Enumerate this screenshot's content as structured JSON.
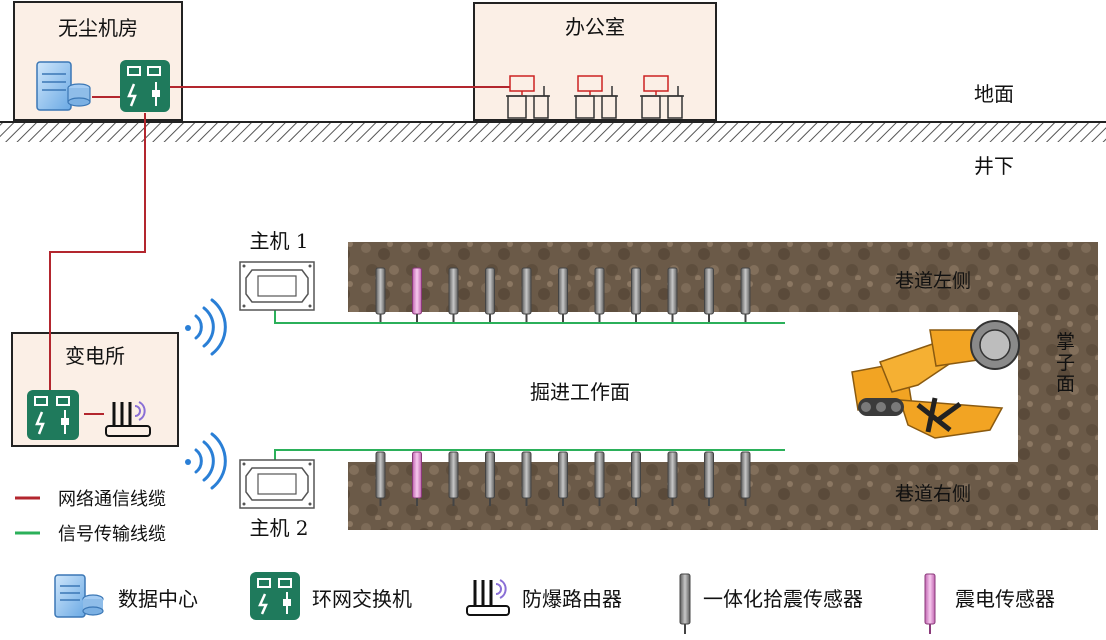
{
  "labels": {
    "dust_free_room": "无尘机房",
    "office": "办公室",
    "ground": "地面",
    "underground": "井下",
    "host1": "主机 1",
    "host2": "主机 2",
    "substation": "变电所",
    "working_face": "掘进工作面",
    "roadway_left": "巷道左侧",
    "roadway_right": "巷道右侧",
    "face_end": "掌子面"
  },
  "legend": {
    "network_cable": "网络通信线缆",
    "signal_cable": "信号传输线缆",
    "data_center": "数据中心",
    "ring_switch": "环网交换机",
    "router": "防爆路由器",
    "pickup_sensor": "一体化拾震传感器",
    "electric_sensor": "震电传感器"
  },
  "colors": {
    "network_cable": "#b3262e",
    "signal_cable": "#2bb05a",
    "switch_green": "#1f7a5c",
    "room_fill": "#fbefe6",
    "rock": "#6b5a48",
    "sensor_gray": "#8a8a8a",
    "sensor_pink": "#e79ad8",
    "wifi": "#2a7fd6",
    "machine": "#f2a423"
  },
  "sensors": {
    "top_row": [
      "pickup",
      "electric",
      "pickup",
      "pickup",
      "pickup",
      "pickup",
      "pickup",
      "pickup",
      "pickup",
      "pickup",
      "pickup"
    ],
    "bottom_row": [
      "pickup",
      "electric",
      "pickup",
      "pickup",
      "pickup",
      "pickup",
      "pickup",
      "pickup",
      "pickup",
      "pickup",
      "pickup"
    ]
  }
}
